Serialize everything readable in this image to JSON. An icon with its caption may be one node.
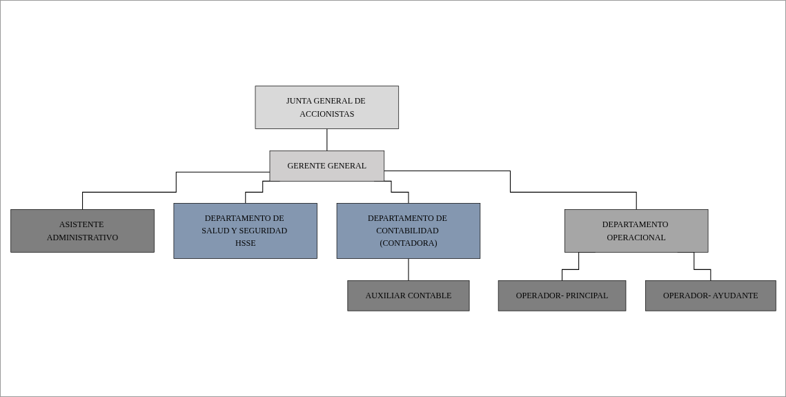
{
  "diagram": {
    "nodes": [
      {
        "text": [
          "JUNTA GENERAL DE ACCIONISTAS"
        ]
      },
      {
        "text": [
          "GERENTE GENERAL"
        ]
      },
      {
        "text": [
          "ASISTENTE ADMINISTRATIVO"
        ]
      },
      {
        "text": [
          "DEPARTAMENTO DE SALUD Y SEGURIDAD HSSE"
        ]
      },
      {
        "text": [
          "DEPARTAMENTO DE CONTABILIDAD (CONTADORA)"
        ]
      },
      {
        "text": [
          "DEPARTAMENTO OPERACIONAL"
        ]
      },
      {
        "text": [
          "AUXILIAR CONTABLE"
        ]
      },
      {
        "text": [
          "OPERADOR- PRINCIPAL"
        ]
      },
      {
        "text": [
          "OPERADOR- AYUDANTE"
        ]
      }
    ],
    "edges": [
      {
        "from": 0,
        "to": 1,
        "arrow": "none"
      },
      {
        "from": 1,
        "to": 2,
        "arrow": "none"
      },
      {
        "from": 1,
        "to": 3,
        "arrow": "none"
      },
      {
        "from": 1,
        "to": 4,
        "arrow": "none"
      },
      {
        "from": 1,
        "to": 5,
        "arrow": "none"
      },
      {
        "from": 4,
        "to": 6,
        "arrow": "none"
      },
      {
        "from": 5,
        "to": 7,
        "arrow": "none"
      },
      {
        "from": 5,
        "to": 8,
        "arrow": "none"
      }
    ]
  }
}
